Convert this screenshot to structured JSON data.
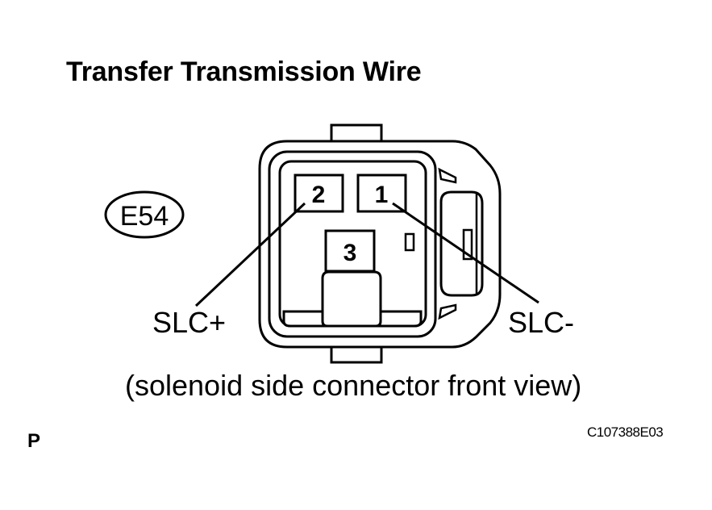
{
  "title": "Transfer Transmission Wire",
  "connector_id": "E54",
  "pins": [
    {
      "number": "2",
      "signal": "SLC+"
    },
    {
      "number": "1",
      "signal": "SLC-"
    },
    {
      "number": "3",
      "signal": ""
    }
  ],
  "caption": "(solenoid side connector front view)",
  "figure_code": "C107388E03",
  "page_mark": "P"
}
